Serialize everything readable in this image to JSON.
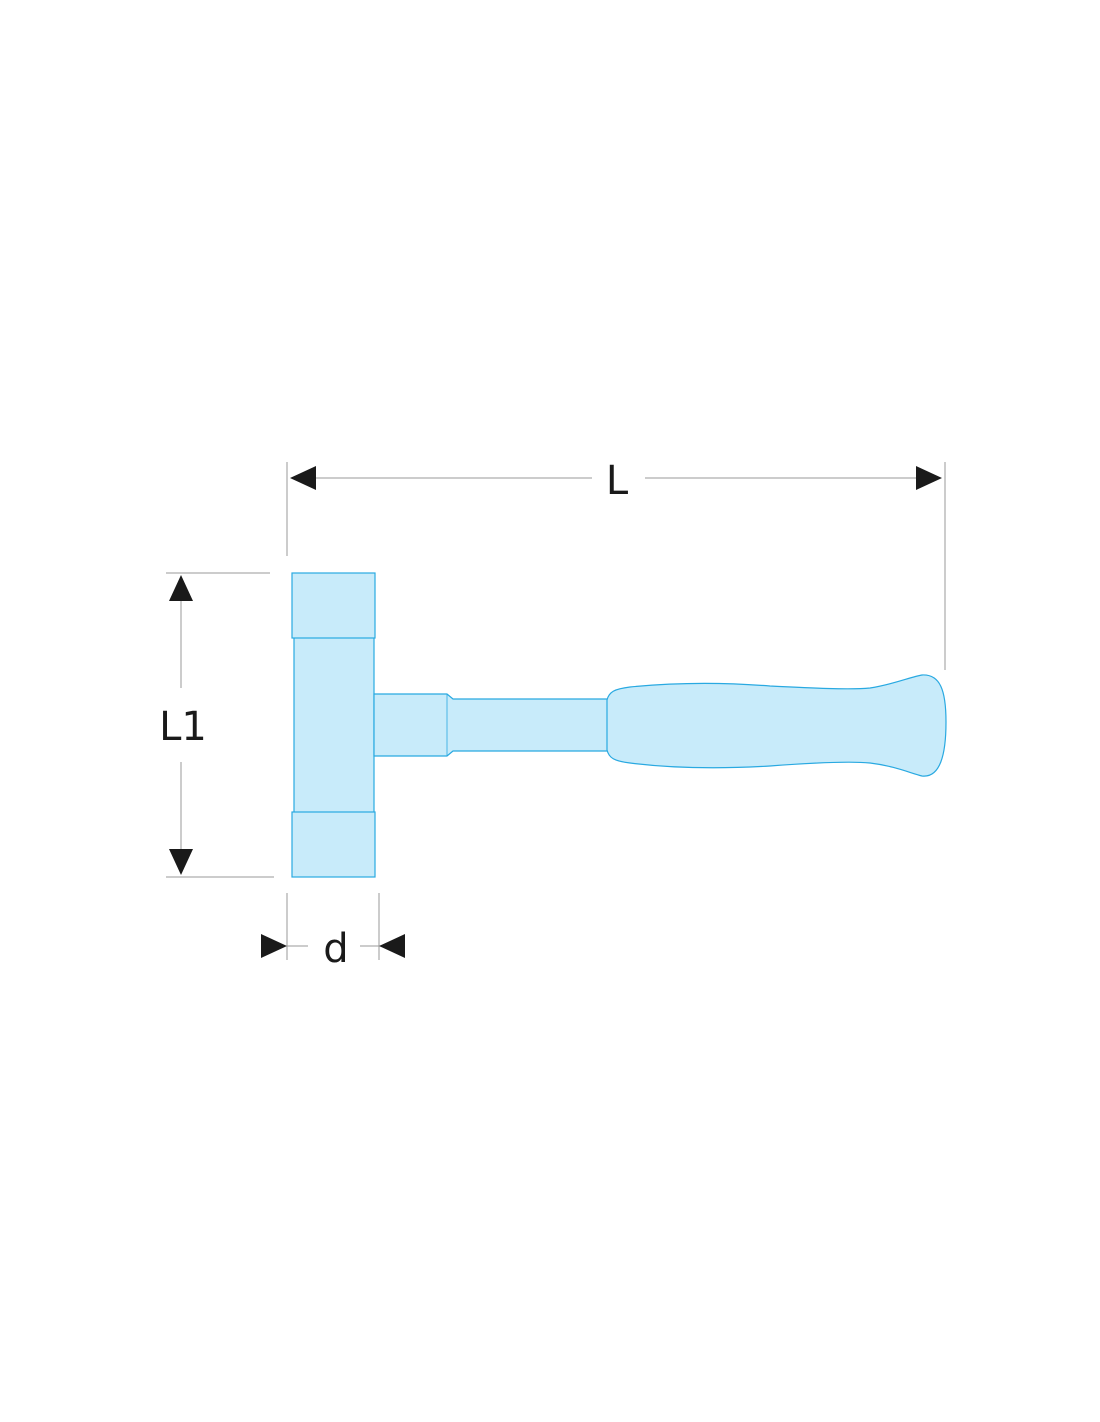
{
  "dimensions": {
    "length_label": "L",
    "head_length_label": "L1",
    "head_diameter_label": "d"
  },
  "colors": {
    "part_fill": "#c8ebfa",
    "part_outline": "#29a9e1",
    "dimension_line": "#9a9a9a",
    "arrow": "#1a1a1a",
    "label": "#1a1a1a"
  }
}
